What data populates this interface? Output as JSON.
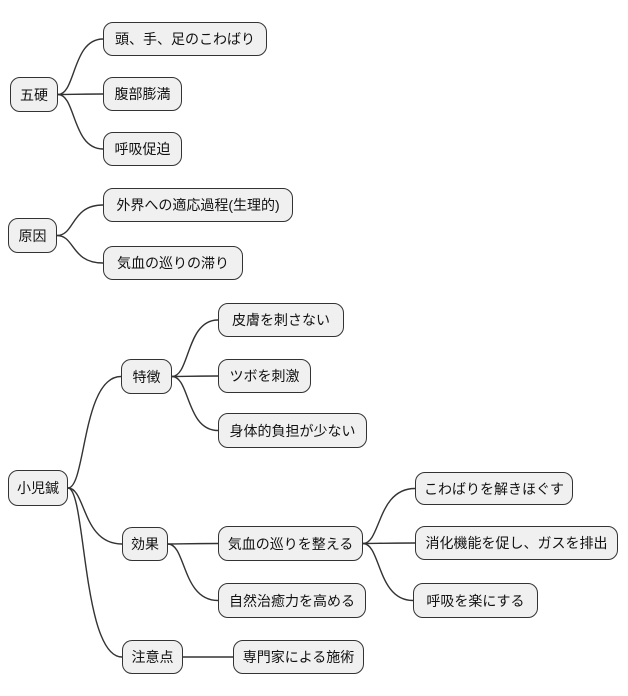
{
  "mindmap": {
    "colors": {
      "node_fill": "#f0f0f0",
      "node_border": "#333333",
      "line": "#333333",
      "text": "#111111",
      "background": "#ffffff"
    },
    "sections": [
      {
        "root": {
          "label": "五硬"
        },
        "children": [
          {
            "label": "頭、手、足のこわばり"
          },
          {
            "label": "腹部膨満"
          },
          {
            "label": "呼吸促迫"
          }
        ]
      },
      {
        "root": {
          "label": "原因"
        },
        "children": [
          {
            "label": "外界への適応過程(生理的)"
          },
          {
            "label": "気血の巡りの滞り"
          }
        ]
      },
      {
        "root": {
          "label": "小児鍼"
        },
        "children": [
          {
            "label": "特徴",
            "children": [
              {
                "label": "皮膚を刺さない"
              },
              {
                "label": "ツボを刺激"
              },
              {
                "label": "身体的負担が少ない"
              }
            ]
          },
          {
            "label": "効果",
            "children": [
              {
                "label": "気血の巡りを整える",
                "children": [
                  {
                    "label": "こわばりを解きほぐす"
                  },
                  {
                    "label": "消化機能を促し、ガスを排出"
                  },
                  {
                    "label": "呼吸を楽にする"
                  }
                ]
              },
              {
                "label": "自然治癒力を高める"
              }
            ]
          },
          {
            "label": "注意点",
            "children": [
              {
                "label": "専門家による施術"
              }
            ]
          }
        ]
      }
    ]
  }
}
